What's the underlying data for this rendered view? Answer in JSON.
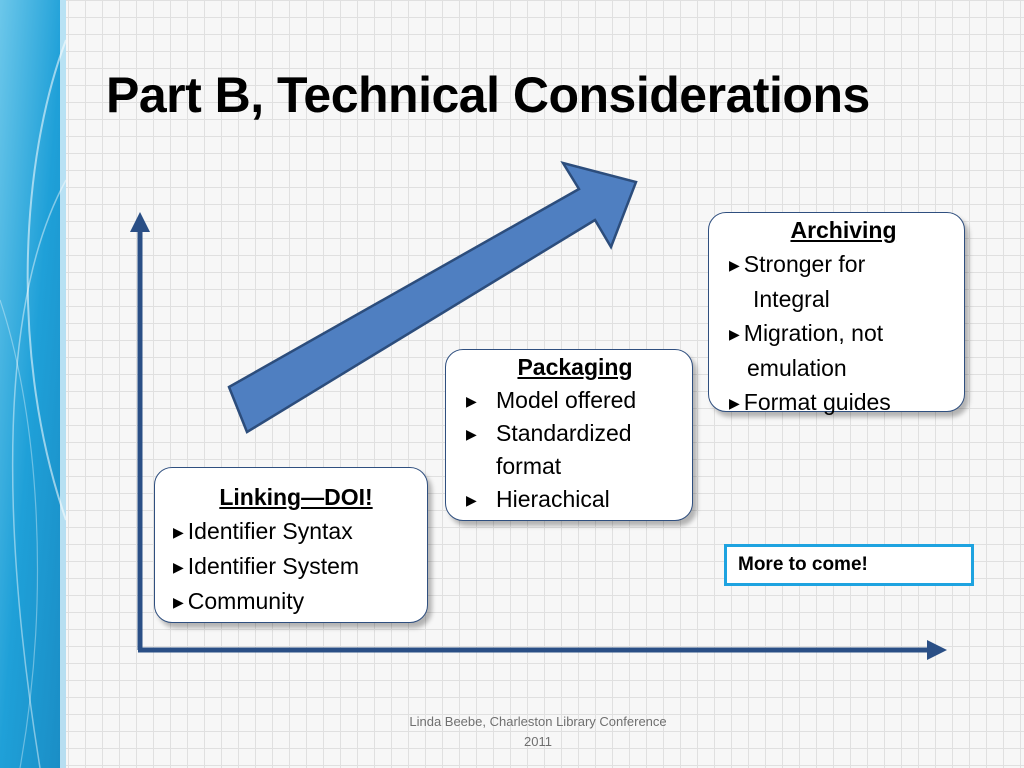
{
  "title": "Part B, Technical Considerations",
  "boxes": {
    "linking": {
      "title": "Linking—DOI!",
      "items": [
        "Identifier Syntax",
        "Identifier System",
        "Community"
      ]
    },
    "packaging": {
      "title": "Packaging",
      "items": [
        "Model offered",
        "Standardized",
        "format",
        "Hierachical"
      ]
    },
    "archiving": {
      "title": "Archiving",
      "items": [
        "Stronger for",
        "Integral",
        "Migration, not",
        "emulation",
        "Format guides"
      ]
    }
  },
  "callout": "More to come!",
  "footer": {
    "line1": "Linda Beebe, Charleston Library Conference",
    "line2": "2011"
  },
  "icons": {
    "bullet": "▶"
  },
  "colors": {
    "axis": "#2a4f86",
    "arrow_fill": "#4f7fc1",
    "arrow_stroke": "#2c4d7c",
    "callout_border": "#1ea3e0",
    "side_band": "#2aa8dc"
  }
}
